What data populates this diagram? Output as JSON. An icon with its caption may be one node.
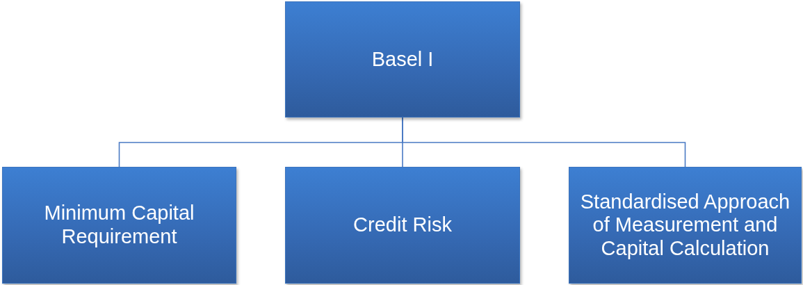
{
  "diagram": {
    "nodes": [
      {
        "text": [
          "Basel I"
        ]
      },
      {
        "text": [
          "Minimum Capital Requirement"
        ]
      },
      {
        "text": [
          "Credit Risk"
        ]
      },
      {
        "text": [
          "Standardised Approach of Measurement and Capital Calculation"
        ]
      }
    ],
    "edges": [
      {
        "from": 0,
        "to": 1,
        "arrow": "none"
      },
      {
        "from": 0,
        "to": 2,
        "arrow": "none"
      },
      {
        "from": 0,
        "to": 3,
        "arrow": "none"
      }
    ]
  }
}
